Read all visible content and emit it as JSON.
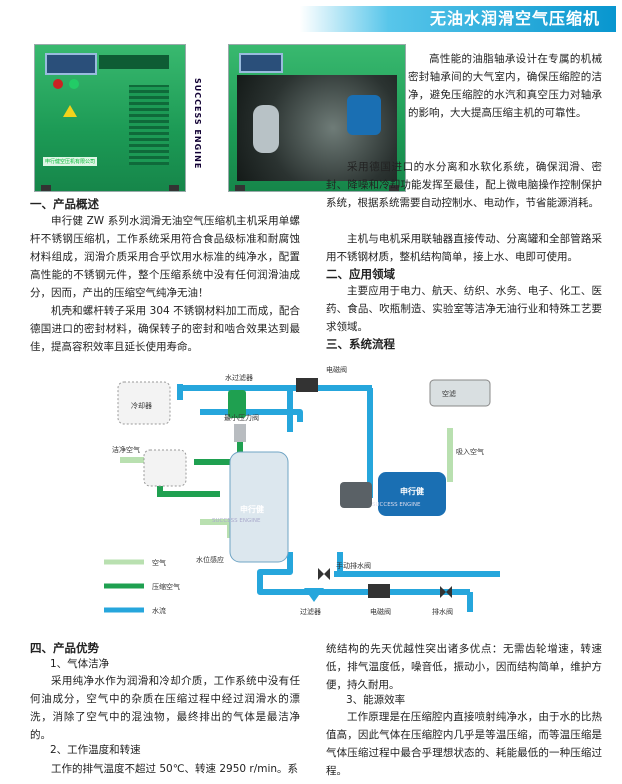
{
  "banner": {
    "title": "无油水润滑空气压缩机"
  },
  "photos": {
    "front_plate": "申行健空压机有限公司",
    "brand_vertical": "SUCCESS ENGINE"
  },
  "right_top": {
    "p1": "高性能的油脂轴承设计在专属的机械密封轴承间的大气室内，确保压缩腔的洁净，避免压缩腔的水汽和真空压力对轴承的影响，大大提高压缩主机的可靠性。",
    "p2": "采用德国进口的水分离和水软化系统，确保润滑、密封、降噪和冷却功能发挥至最佳，配上微电脑操作控制保护系统，根据系统需要自动控制水、电动作，节省能源消耗。",
    "p3": "主机与电机采用联轴器直接传动、分离罐和全部管路采用不锈钢材质，整机结构简单，接上水、电即可使用。"
  },
  "section1": {
    "heading": "一、产品概述",
    "p1": "申行健 ZW 系列水润滑无油空气压缩机主机采用单螺杆不锈钢压缩机，工作系统采用符合食品级标准和耐腐蚀材料组成，润滑介质采用合乎饮用水标准的纯净水，配置高性能的不锈钢元件，整个压缩系统中没有任何润滑油成分，因而，产出的压缩空气纯净无油！",
    "p2": "机壳和螺杆转子采用 304 不锈钢材料加工而成，配合德国进口的密封材料，确保转子的密封和啮合效果达到最佳，提高容积效率且延长使用寿命。"
  },
  "section2": {
    "heading": "二、应用领域",
    "p1": "主要应用于电力、航天、纺织、水务、电子、化工、医药、食品、吹瓶制造、实验室等洁净无油行业和特殊工艺要求领域。"
  },
  "section3": {
    "heading": "三、系统流程"
  },
  "flow": {
    "labels": {
      "water_filter": "水过滤器",
      "solenoid_top": "电磁阀",
      "air_filter": "空滤",
      "cooler": "冷却器",
      "min_pressure_valve": "最小压力阀",
      "clean_air": "洁净空气",
      "intake_air": "吸入空气",
      "water_level_sensor": "水位感应",
      "manual_drain": "手动排水阀",
      "filter": "过滤器",
      "solenoid_bottom": "电磁阀",
      "drain_valve": "排水阀",
      "tank_brand_cn": "申行健",
      "tank_brand_en": "SUCCESS ENGINE",
      "motor_brand_cn": "申行健",
      "motor_brand_en": "SUCCESS ENGINE"
    },
    "legend": [
      {
        "label": "空气",
        "color": "#b9e0b0"
      },
      {
        "label": "压缩空气",
        "color": "#1fa050"
      },
      {
        "label": "水流",
        "color": "#26a6dc"
      }
    ]
  },
  "section4": {
    "heading": "四、产品优势",
    "sub1": "1、气体洁净",
    "p1": "采用纯净水作为润滑和冷却介质，工作系统中没有任何油成分，空气中的杂质在压缩过程中经过润滑水的漂洗，消除了空气中的混浊物，最终排出的气体是最洁净的。",
    "sub2": "2、工作温度和转速",
    "p2": "工作的排气温度不超过 50℃、转速 2950 r/min。系"
  },
  "right_bottom": {
    "p1": "统结构的先天优越性突出诸多优点：无需齿轮增速，转速低，排气温度低，噪音低，振动小，因而结构简单，维护方便，持久耐用。",
    "sub3": "3、能源效率",
    "p2": "工作原理是在压缩腔内直接喷射纯净水，由于水的比热值高，因此气体在压缩腔内几乎是等温压缩，而等温压缩是气体压缩过程中最合乎理想状态的、耗能最低的一种压缩过程。"
  }
}
